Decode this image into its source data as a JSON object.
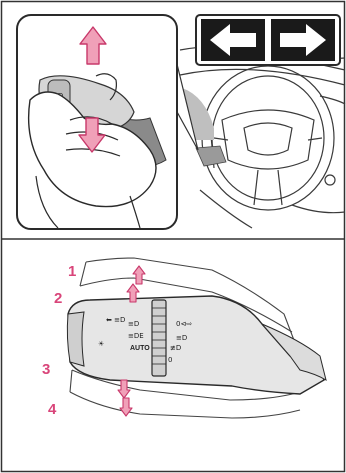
{
  "top_panel": {
    "turn_signal_indicators": [
      "left-arrow-icon",
      "right-arrow-icon"
    ],
    "arrows": [
      "up-arrow-icon",
      "down-arrow-icon"
    ]
  },
  "bottom_panel": {
    "positions": [
      "1",
      "2",
      "3",
      "4"
    ],
    "switch_symbols": [
      "☀",
      "≡D",
      "AUTO",
      "0",
      "≡D"
    ],
    "auto_label": "AUTO"
  },
  "colors": {
    "arrow_fill": "#f0a0b8",
    "arrow_stroke": "#c8386a",
    "number_color": "#d9457a",
    "lever_fill": "#e6e6e6",
    "line_color": "#2a2a2a"
  }
}
